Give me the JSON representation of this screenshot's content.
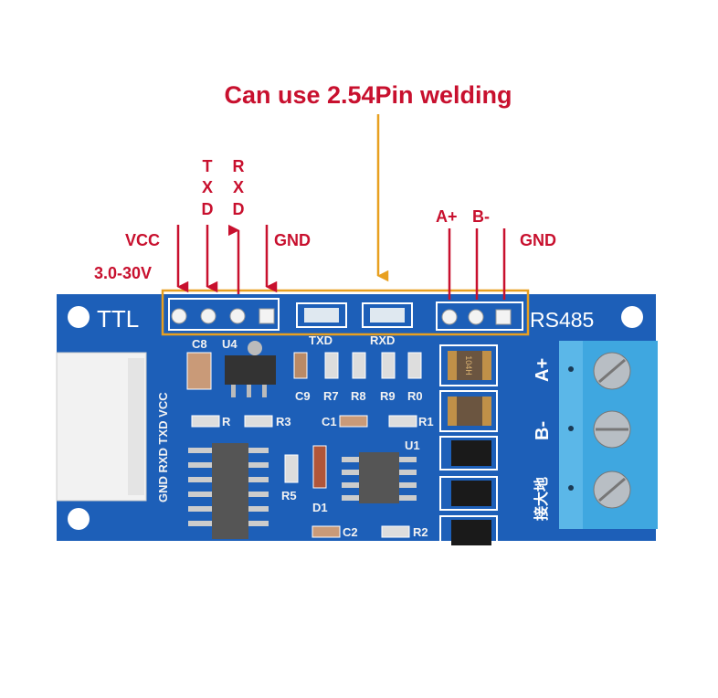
{
  "annotations": {
    "headline": "Can use 2.54Pin welding",
    "vcc": "VCC",
    "vcc_range": "3.0-30V",
    "txd": [
      "T",
      "X",
      "D"
    ],
    "rxd": [
      "R",
      "X",
      "D"
    ],
    "gnd_ttl": "GND",
    "a_plus": "A+",
    "b_minus": "B-",
    "gnd_rs485": "GND"
  },
  "board": {
    "ttl_label": "TTL",
    "rs485_label": "RS485",
    "connector_pins": "GND RXD TXD VCC",
    "terminal_a": "A+",
    "terminal_b": "B-",
    "ground_cn": "接大地",
    "led_txd": "TXD",
    "led_rxd": "RXD",
    "silkscreen": {
      "c8": "C8",
      "u4": "U4",
      "c9": "C9",
      "r7": "R7",
      "r8": "R8",
      "r9": "R9",
      "r0": "R0",
      "r4": "R",
      "r3": "R3",
      "c1": "C1",
      "r1": "R1",
      "r5": "R5",
      "d1": "D1",
      "u1": "U1",
      "c2": "C2",
      "r2": "R2",
      "fuse": "104H"
    }
  },
  "colors": {
    "annotation": "#c8102e",
    "arrow_orange": "#e8a020",
    "pcb": "#1d5fb8",
    "terminal": "#3fa7e0"
  }
}
